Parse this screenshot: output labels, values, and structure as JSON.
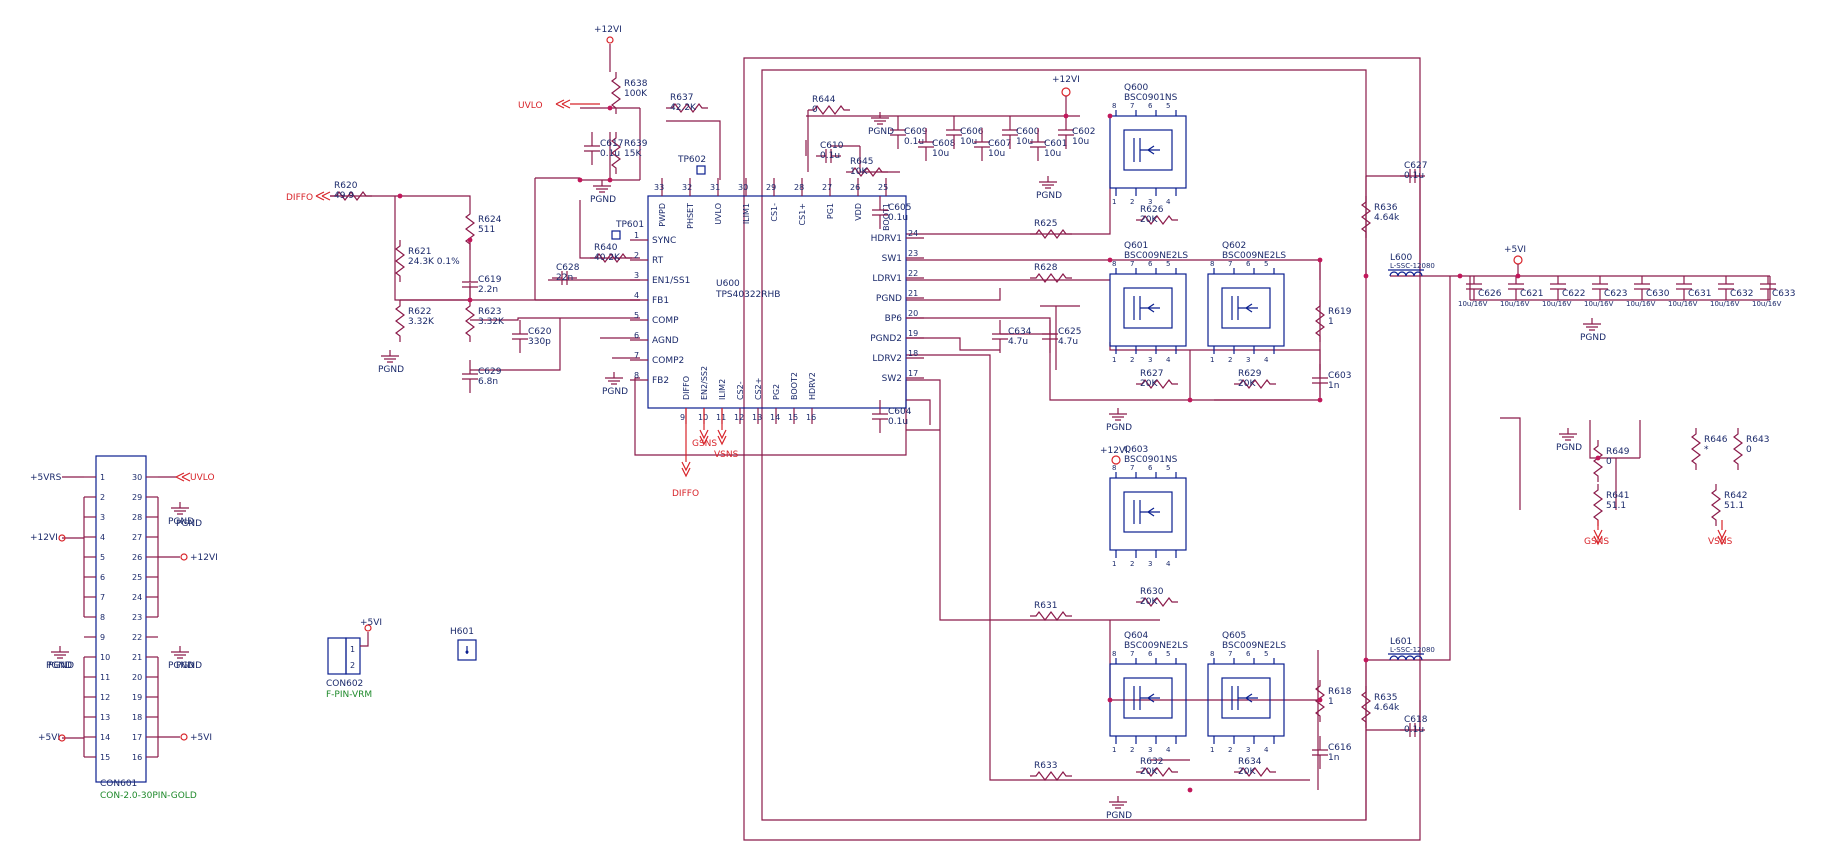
{
  "u600": {
    "ref": "U600",
    "part": "TPS40322RHB"
  },
  "rails": {
    "v12": "+12VI",
    "v5": "+5VI",
    "v5rs": "+5VRS",
    "pgnd": "PGND"
  },
  "nets": {
    "uvlo": "UVLO",
    "diffo": "DIFFO",
    "gsns": "GSNS",
    "vsns": "VSNS"
  },
  "tp": {
    "tp601": "TP601",
    "tp602": "TP602"
  },
  "components": [
    {
      "ref": "R638",
      "val": "100K"
    },
    {
      "ref": "R639",
      "val": "15K"
    },
    {
      "ref": "C617",
      "val": "0.1u"
    },
    {
      "ref": "R637",
      "val": "42.2K"
    },
    {
      "ref": "R620",
      "val": "49.9"
    },
    {
      "ref": "R624",
      "val": "511"
    },
    {
      "ref": "R621",
      "val": "24.3K 0.1%"
    },
    {
      "ref": "C619",
      "val": "2.2n"
    },
    {
      "ref": "R622",
      "val": "3.32K"
    },
    {
      "ref": "R623",
      "val": "3.32K"
    },
    {
      "ref": "C620",
      "val": "330p"
    },
    {
      "ref": "C629",
      "val": "6.8n"
    },
    {
      "ref": "C628",
      "val": "22n"
    },
    {
      "ref": "R640",
      "val": "40.2K"
    },
    {
      "ref": "R644",
      "val": "0"
    },
    {
      "ref": "C610",
      "val": "0.1u"
    },
    {
      "ref": "R645",
      "val": "10K"
    },
    {
      "ref": "C605",
      "val": "0.1u"
    },
    {
      "ref": "C634",
      "val": "4.7u"
    },
    {
      "ref": "C625",
      "val": "4.7u"
    },
    {
      "ref": "C604",
      "val": "0.1u"
    },
    {
      "ref": "R625",
      "val": ""
    },
    {
      "ref": "R628",
      "val": ""
    },
    {
      "ref": "R631",
      "val": ""
    },
    {
      "ref": "R633",
      "val": ""
    },
    {
      "ref": "R626",
      "val": "20K"
    },
    {
      "ref": "R627",
      "val": "20K"
    },
    {
      "ref": "R629",
      "val": "20K"
    },
    {
      "ref": "R630",
      "val": "20K"
    },
    {
      "ref": "R632",
      "val": "20K"
    },
    {
      "ref": "R634",
      "val": "20K"
    },
    {
      "ref": "R619",
      "val": "1"
    },
    {
      "ref": "C603",
      "val": "1n"
    },
    {
      "ref": "R618",
      "val": "1"
    },
    {
      "ref": "C616",
      "val": "1n"
    },
    {
      "ref": "R636",
      "val": "4.64k"
    },
    {
      "ref": "C627",
      "val": "0.1u"
    },
    {
      "ref": "R635",
      "val": "4.64k"
    },
    {
      "ref": "C618",
      "val": "0.1u"
    },
    {
      "ref": "L600",
      "val": "L-SSC-12080"
    },
    {
      "ref": "L601",
      "val": "L-SSC-12080"
    },
    {
      "ref": "R649",
      "val": "0"
    },
    {
      "ref": "R641",
      "val": "51.1"
    },
    {
      "ref": "R646",
      "val": "*"
    },
    {
      "ref": "R643",
      "val": "0"
    },
    {
      "ref": "R642",
      "val": "51.1"
    }
  ],
  "bulk_top": [
    {
      "ref": "C609",
      "val": "0.1u"
    },
    {
      "ref": "C608",
      "val": "10u"
    },
    {
      "ref": "C606",
      "val": "10u"
    },
    {
      "ref": "C607",
      "val": "10u"
    },
    {
      "ref": "C600",
      "val": "10u"
    },
    {
      "ref": "C601",
      "val": "10u"
    },
    {
      "ref": "C602",
      "val": "10u"
    }
  ],
  "out_caps": [
    {
      "ref": "C626",
      "val": "10u/16V"
    },
    {
      "ref": "C621",
      "val": "10u/16V"
    },
    {
      "ref": "C622",
      "val": "10u/16V"
    },
    {
      "ref": "C623",
      "val": "10u/16V"
    },
    {
      "ref": "C630",
      "val": "10u/16V"
    },
    {
      "ref": "C631",
      "val": "10u/16V"
    },
    {
      "ref": "C632",
      "val": "10u/16V"
    },
    {
      "ref": "C633",
      "val": "10u/16V"
    }
  ],
  "fets": [
    {
      "ref": "Q600",
      "part": "BSC0901NS"
    },
    {
      "ref": "Q601",
      "part": "BSC009NE2LS"
    },
    {
      "ref": "Q602",
      "part": "BSC009NE2LS"
    },
    {
      "ref": "Q603",
      "part": "BSC0901NS"
    },
    {
      "ref": "Q604",
      "part": "BSC009NE2LS"
    },
    {
      "ref": "Q605",
      "part": "BSC009NE2LS"
    }
  ],
  "ic_pins_top": [
    {
      "num": "33",
      "name": "PWPD"
    },
    {
      "num": "32",
      "name": "PHSET"
    },
    {
      "num": "31",
      "name": "UVLO"
    },
    {
      "num": "30",
      "name": "ILIM1"
    },
    {
      "num": "29",
      "name": "CS1-"
    },
    {
      "num": "28",
      "name": "CS1+"
    },
    {
      "num": "27",
      "name": "PG1"
    },
    {
      "num": "26",
      "name": "VDD"
    },
    {
      "num": "25",
      "name": "BOOT1"
    }
  ],
  "ic_pins_left": [
    {
      "num": "1",
      "name": "SYNC"
    },
    {
      "num": "2",
      "name": "RT"
    },
    {
      "num": "3",
      "name": "EN1/SS1"
    },
    {
      "num": "4",
      "name": "FB1"
    },
    {
      "num": "5",
      "name": "COMP"
    },
    {
      "num": "6",
      "name": "AGND"
    },
    {
      "num": "7",
      "name": "COMP2"
    },
    {
      "num": "8",
      "name": "FB2"
    }
  ],
  "ic_pins_right": [
    {
      "num": "24",
      "name": "HDRV1"
    },
    {
      "num": "23",
      "name": "SW1"
    },
    {
      "num": "22",
      "name": "LDRV1"
    },
    {
      "num": "21",
      "name": "PGND"
    },
    {
      "num": "20",
      "name": "BP6"
    },
    {
      "num": "19",
      "name": "PGND2"
    },
    {
      "num": "18",
      "name": "LDRV2"
    },
    {
      "num": "17",
      "name": "SW2"
    }
  ],
  "ic_pins_bottom": [
    {
      "num": "9",
      "name": "DIFFO"
    },
    {
      "num": "10",
      "name": "EN2/SS2"
    },
    {
      "num": "11",
      "name": "ILIM2"
    },
    {
      "num": "12",
      "name": "CS2-"
    },
    {
      "num": "13",
      "name": "CS2+"
    },
    {
      "num": "14",
      "name": "PG2"
    },
    {
      "num": "15",
      "name": "BOOT2"
    },
    {
      "num": "16",
      "name": "HDRV2"
    }
  ],
  "con601": {
    "ref": "CON601",
    "part": "CON-2.0-30PIN-GOLD",
    "left": [
      "1",
      "2",
      "3",
      "4",
      "5",
      "6",
      "7",
      "8",
      "9",
      "10",
      "11",
      "12",
      "13",
      "14",
      "15"
    ],
    "right": [
      "30",
      "29",
      "28",
      "27",
      "26",
      "25",
      "24",
      "23",
      "22",
      "21",
      "20",
      "19",
      "18",
      "17",
      "16"
    ]
  },
  "con602": {
    "ref": "CON602",
    "part": "F-PIN-VRM",
    "pins": [
      "1",
      "2"
    ]
  },
  "h601": {
    "ref": "H601"
  }
}
